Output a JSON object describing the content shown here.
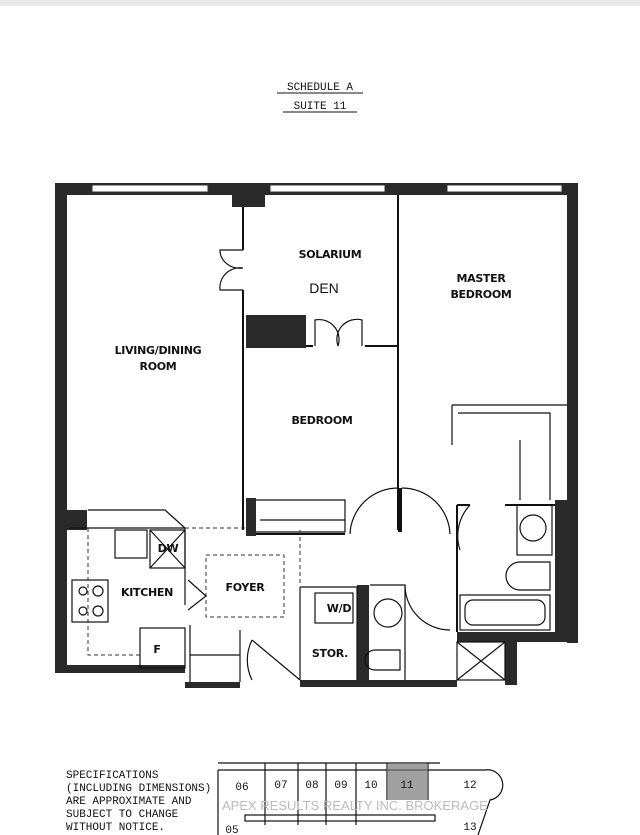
{
  "header": {
    "schedule": "SCHEDULE A",
    "suite": "SUITE 11"
  },
  "rooms": {
    "living": [
      "LIVING/DINING",
      "ROOM"
    ],
    "solarium": "SOLARIUM",
    "den": "DEN",
    "master": [
      "MASTER",
      "BEDROOM"
    ],
    "bedroom": "BEDROOM",
    "kitchen": "KITCHEN",
    "foyer": "FOYER",
    "wd": "W/D",
    "storage": "STOR.",
    "dishwasher": "DW",
    "fridge": "F"
  },
  "notes": [
    "SPECIFICATIONS",
    "(INCLUDING DIMENSIONS)",
    "ARE APPROXIMATE AND",
    "SUBJECT TO CHANGE",
    "WITHOUT NOTICE."
  ],
  "key_plan": {
    "units": [
      "06",
      "07",
      "08",
      "09",
      "10",
      "11",
      "12",
      "13",
      "05"
    ],
    "highlighted": "11"
  },
  "watermark": "APEX RESULTS REALTY INC. BROKERAGE",
  "colors": {
    "wall": "#2a2a2a",
    "background": "#ffffff"
  }
}
